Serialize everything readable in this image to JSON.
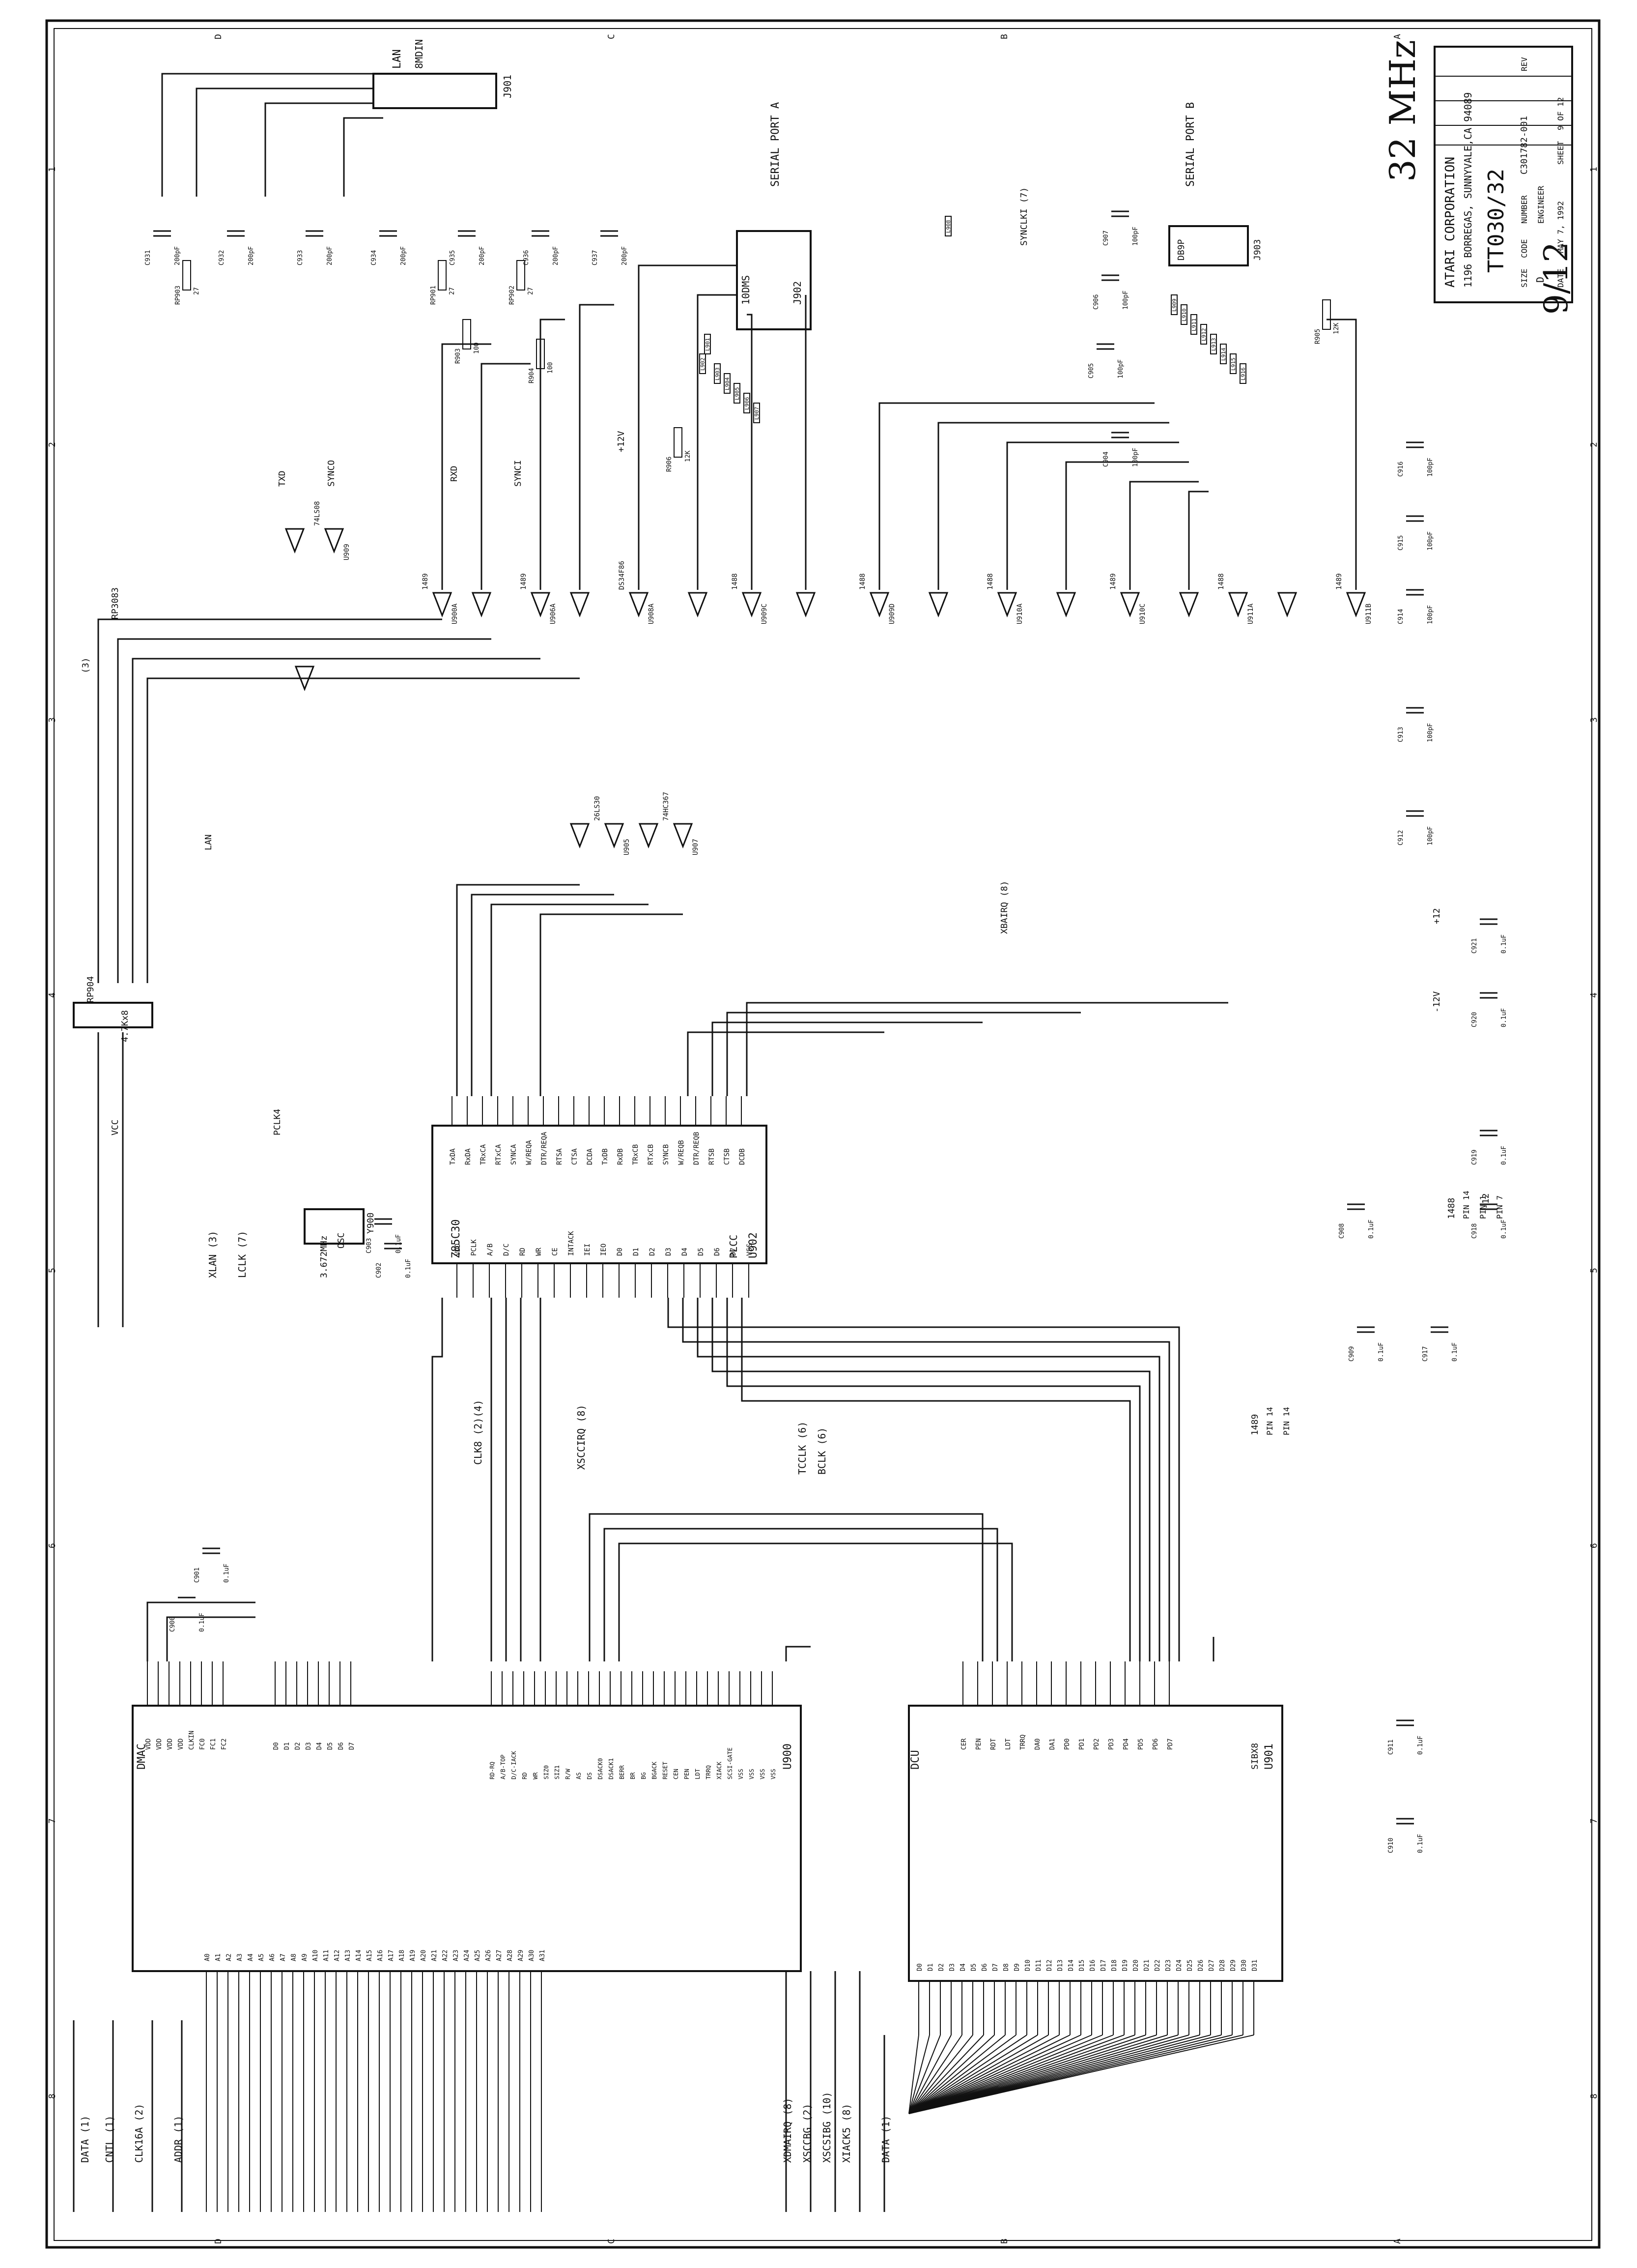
{
  "title_block": {
    "company": "ATARI CORPORATION",
    "address": "1196 BORREGAS, SUNNYVALE,CA 94089",
    "drawing_title": "TT030/32",
    "size_label": "SIZE",
    "code_label": "CODE",
    "number_label": "NUMBER",
    "number": "C301782-001",
    "rev_label": "REV",
    "size": "D",
    "engineer_label": "ENGINEER",
    "date_label": "DATE",
    "date": "MAY 7, 1992",
    "sheet_label": "SHEET",
    "sheet": "9 OF 12"
  },
  "handwritten": {
    "freq": "32 MHz",
    "page": "9/12"
  },
  "border": {
    "rows": [
      "D",
      "C",
      "B",
      "A"
    ],
    "cols": [
      "1",
      "2",
      "3",
      "4",
      "5",
      "6",
      "7",
      "8"
    ]
  },
  "connectors": {
    "lan": {
      "name": "LAN",
      "type": "8MDIN",
      "ref": "J901"
    },
    "port_a": {
      "name": "SERIAL PORT A",
      "type": "10DMS",
      "ref": "J902"
    },
    "port_b": {
      "name": "SERIAL PORT B",
      "type": "DB9P",
      "ref": "J903"
    }
  },
  "chips": {
    "scc": {
      "name": "Z85C30",
      "ref": "U902",
      "pkg": "PLCC",
      "top_pins": [
        "TxDA",
        "RxDA",
        "TRxCA",
        "RTxCA",
        "SYNCA",
        "W/REQA",
        "DTR/REQA",
        "RTSA",
        "CTSA",
        "DCDA",
        "TxDB",
        "RxDB",
        "TRxCB",
        "RTxCB",
        "SYNCB",
        "W/REQB",
        "DTR/REQB",
        "RTSB",
        "CTSB",
        "DCDB"
      ],
      "bottom_pins": [
        "VDD",
        "PCLK",
        "A/B",
        "D/C",
        "RD",
        "WR",
        "CE",
        "INTACK",
        "IEI",
        "IEO",
        "D0",
        "D1",
        "D2",
        "D3",
        "D4",
        "D5",
        "D6",
        "D7",
        "VSS"
      ]
    },
    "dmac": {
      "name": "DMAC",
      "ref": "U900",
      "left_pins": [
        "VDD",
        "VDD",
        "VDD",
        "VDD",
        "CLKIN",
        "FC0",
        "FC1",
        "FC2"
      ],
      "addr_pins": [
        "A0",
        "A1",
        "A2",
        "A3",
        "A4",
        "A5",
        "A6",
        "A7",
        "A8",
        "A9",
        "A10",
        "A11",
        "A12",
        "A13",
        "A14",
        "A15",
        "A16",
        "A17",
        "A18",
        "A19",
        "A20",
        "A21",
        "A22",
        "A23",
        "A24",
        "A25",
        "A26",
        "A27",
        "A28",
        "A29",
        "A30",
        "A31"
      ],
      "data_pins": [
        "D0",
        "D1",
        "D2",
        "D3",
        "D4",
        "D5",
        "D6",
        "D7"
      ],
      "ctrl_pins": [
        "RD-RQ",
        "A/B-TOP",
        "D/C-IACK",
        "RD",
        "WR",
        "SIZ0",
        "SIZ1",
        "R/W",
        "AS",
        "DS",
        "DSACK0",
        "DSACK1",
        "BERR",
        "BR",
        "BG",
        "BGACK",
        "RESET",
        "CEN",
        "PEN",
        "LDT",
        "TRRQ",
        "XIACK",
        "SCSI-GATE",
        "VSS",
        "VSS",
        "VSS",
        "VSS"
      ]
    },
    "dcu": {
      "name": "DCU",
      "ref": "U901",
      "part": "SIBX8",
      "data_pins": [
        "D0",
        "D1",
        "D2",
        "D3",
        "D4",
        "D5",
        "D6",
        "D7",
        "D8",
        "D9",
        "D10",
        "D11",
        "D12",
        "D13",
        "D14",
        "D15",
        "D16",
        "D17",
        "D18",
        "D19",
        "D20",
        "D21",
        "D22",
        "D23",
        "D24",
        "D25",
        "D26",
        "D27",
        "D28",
        "D29",
        "D30",
        "D31"
      ],
      "top_pins": [
        "CER",
        "PEN",
        "RDT",
        "LDT",
        "TRRQ",
        "DA0",
        "DA1",
        "PD0",
        "PD1",
        "PD2",
        "PD3",
        "PD4",
        "PD5",
        "PD6",
        "PD7"
      ]
    }
  },
  "drivers": [
    {
      "ref": "U900A",
      "part": "1489"
    },
    {
      "ref": "U906A",
      "part": "1489"
    },
    {
      "ref": "U908A",
      "part": "DS34F86"
    },
    {
      "ref": "U909C",
      "part": "1488"
    },
    {
      "ref": "U909D",
      "part": "1488"
    },
    {
      "ref": "U910A",
      "part": "1488"
    },
    {
      "ref": "U910C",
      "part": "1489"
    },
    {
      "ref": "U911A",
      "part": "1488"
    },
    {
      "ref": "U911B",
      "part": "1489"
    },
    {
      "ref": "U905",
      "part": "26LS30"
    },
    {
      "ref": "U907",
      "part": "74HC367"
    },
    {
      "ref": "U909",
      "part": "74LS08"
    }
  ],
  "signals": {
    "left_bus": [
      "XLAN (3)",
      "LCLK (7)",
      "CLK8 (2)(4)",
      "XSCCIRQ (8)",
      "TCCLK (6)",
      "BCLK (6)"
    ],
    "bottom_bus": [
      "DATA (1)",
      "CNTL (1)",
      "CLK16A (2)",
      "ADDR (1)",
      "XDMAIRQ (8)",
      "XSCCBG (2)",
      "XSCSIBG (10)",
      "XIACK5 (8)",
      "DATA (1)"
    ],
    "misc": [
      "SYNCLKI (7)",
      "XBAIRQ (8)",
      "RXD",
      "TXD",
      "SYNCO",
      "SYNCI",
      "PCLK4",
      "VCC",
      "+12V",
      "-12V",
      "+12",
      "-12",
      "LAN",
      "RP904",
      "4.7Kx8",
      "RP3083",
      "(3)"
    ]
  },
  "oscillator": {
    "ref": "Y900",
    "freq": "3.672MHz",
    "label": "OSC"
  },
  "capacitors": [
    {
      "ref": "C900",
      "value": "0.1uF"
    },
    {
      "ref": "C901",
      "value": "0.1uF"
    },
    {
      "ref": "C902",
      "value": "0.1uF"
    },
    {
      "ref": "C903",
      "value": "0.1uF"
    },
    {
      "ref": "C904",
      "value": "100pF"
    },
    {
      "ref": "C905",
      "value": "100pF"
    },
    {
      "ref": "C906",
      "value": "100pF"
    },
    {
      "ref": "C907",
      "value": "100pF"
    },
    {
      "ref": "C908",
      "value": "0.1uF"
    },
    {
      "ref": "C909",
      "value": "0.1uF"
    },
    {
      "ref": "C910",
      "value": "0.1uF"
    },
    {
      "ref": "C911",
      "value": "0.1uF"
    },
    {
      "ref": "C912",
      "value": "100pF"
    },
    {
      "ref": "C913",
      "value": "100pF"
    },
    {
      "ref": "C914",
      "value": "100pF"
    },
    {
      "ref": "C915",
      "value": "100pF"
    },
    {
      "ref": "C916",
      "value": "100pF"
    },
    {
      "ref": "C917",
      "value": "0.1uF"
    },
    {
      "ref": "C918",
      "value": "0.1uF"
    },
    {
      "ref": "C919",
      "value": "0.1uF"
    },
    {
      "ref": "C920",
      "value": "0.1uF"
    },
    {
      "ref": "C921",
      "value": "0.1uF"
    },
    {
      "ref": "C931",
      "value": "200pF"
    },
    {
      "ref": "C932",
      "value": "200pF"
    },
    {
      "ref": "C933",
      "value": "200pF"
    },
    {
      "ref": "C934",
      "value": "200pF"
    },
    {
      "ref": "C935",
      "value": "200pF"
    },
    {
      "ref": "C936",
      "value": "200pF"
    },
    {
      "ref": "C937",
      "value": "200pF"
    }
  ],
  "resistor_packs": [
    {
      "ref": "RP901",
      "value": "27"
    },
    {
      "ref": "RP902",
      "value": "27"
    },
    {
      "ref": "RP903",
      "value": "27"
    },
    {
      "ref": "R903",
      "value": "100"
    },
    {
      "ref": "R904",
      "value": "100"
    },
    {
      "ref": "R905",
      "value": "12K"
    },
    {
      "ref": "R906",
      "value": "12K"
    }
  ],
  "ferrites": [
    "L901",
    "L902",
    "L903",
    "L904",
    "L905",
    "L906",
    "L907",
    "L908",
    "L909",
    "L910",
    "L911",
    "L912",
    "L913",
    "L914",
    "L915",
    "L916"
  ],
  "power_notes": [
    {
      "chip": "1488",
      "pins": [
        "PIN 14",
        "PIN 1",
        "PIN 7"
      ]
    },
    {
      "chip": "1489",
      "pins": [
        "PIN 14",
        "PIN 14"
      ]
    }
  ]
}
